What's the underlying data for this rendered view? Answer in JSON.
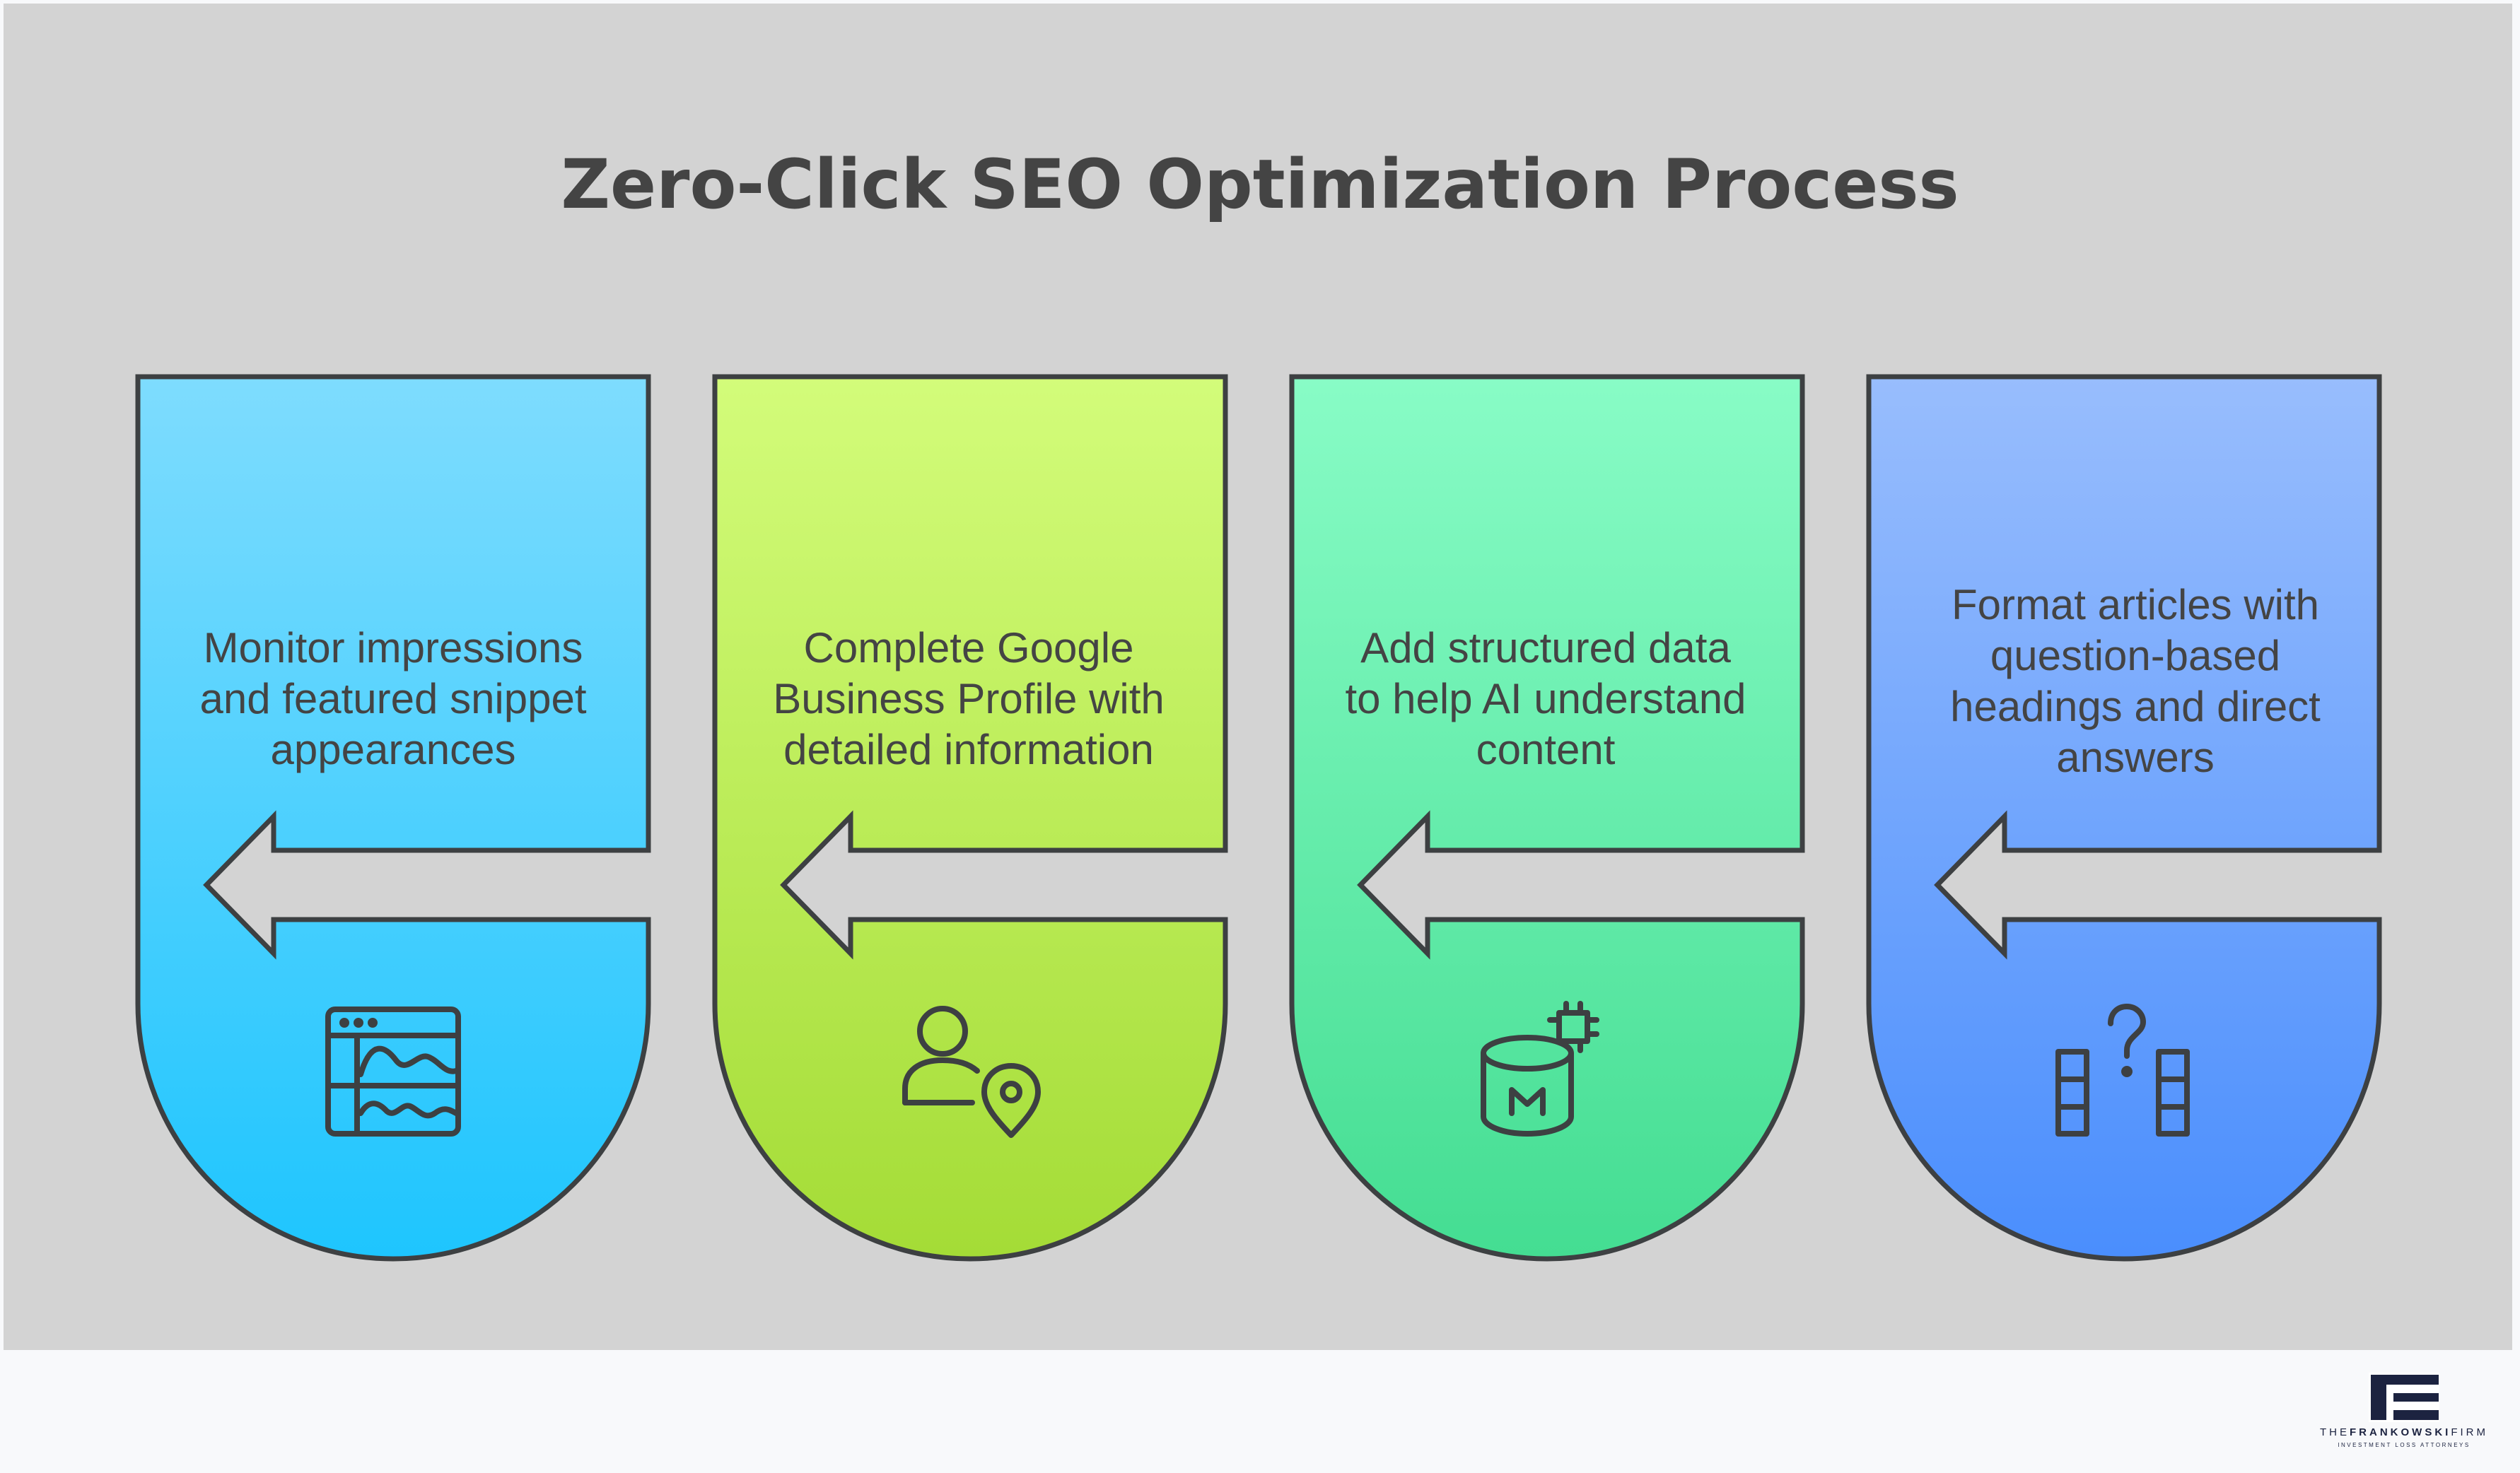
{
  "title": "Zero-Click SEO Optimization Process",
  "colors": {
    "background": "#d3d3d3",
    "outline": "#3d4042",
    "text": "#444444"
  },
  "steps": [
    {
      "lines": [
        "Monitor impressions",
        "and featured snippet",
        "appearances"
      ],
      "icon": "analytics-dashboard-icon",
      "gradient": [
        "#7edcfe",
        "#1ec5fe"
      ]
    },
    {
      "lines": [
        "Complete Google",
        "Business Profile with",
        "detailed information"
      ],
      "icon": "user-location-icon",
      "gradient": [
        "#d3fc7a",
        "#a4dc36"
      ]
    },
    {
      "lines": [
        "Add structured data",
        "to help AI understand",
        "content"
      ],
      "icon": "database-chip-icon",
      "gradient": [
        "#88fcc6",
        "#44dd92"
      ]
    },
    {
      "lines": [
        "Format articles with",
        "question-based",
        "headings and direct",
        "answers"
      ],
      "icon": "question-columns-icon",
      "gradient": [
        "#98bdfd",
        "#4a8efd"
      ]
    }
  ],
  "footer_logo": {
    "firm_prefix": "THE",
    "firm_name": "FRANKOWSKI",
    "firm_suffix": "FIRM",
    "tagline": "INVESTMENT LOSS ATTORNEYS"
  }
}
